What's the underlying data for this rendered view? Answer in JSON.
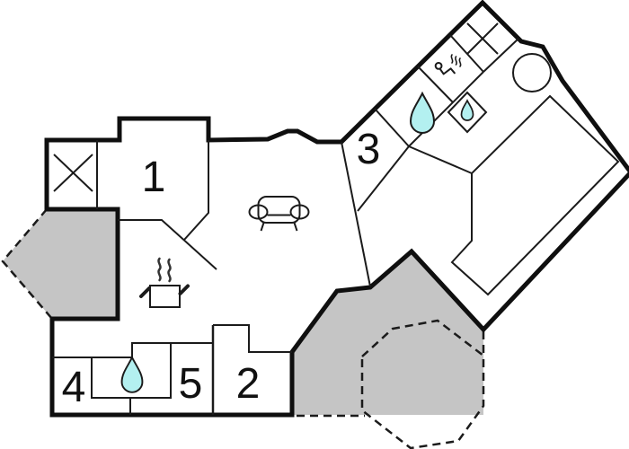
{
  "rooms": {
    "r1": "1",
    "r2": "2",
    "r3": "3",
    "r4": "4",
    "r5": "5"
  },
  "colors": {
    "water": "#b3f0f0",
    "terrace": "#c5c5c5",
    "patio": "#e9e9e9",
    "wall": "#0f0f0f",
    "background": "#ffffff"
  },
  "icons": [
    "sofa-icon",
    "cooking-pot-icon",
    "steam-icon",
    "water-drop-icon",
    "sauna-icon",
    "hot-tub",
    "swimming-pool",
    "window-cross-icon"
  ]
}
